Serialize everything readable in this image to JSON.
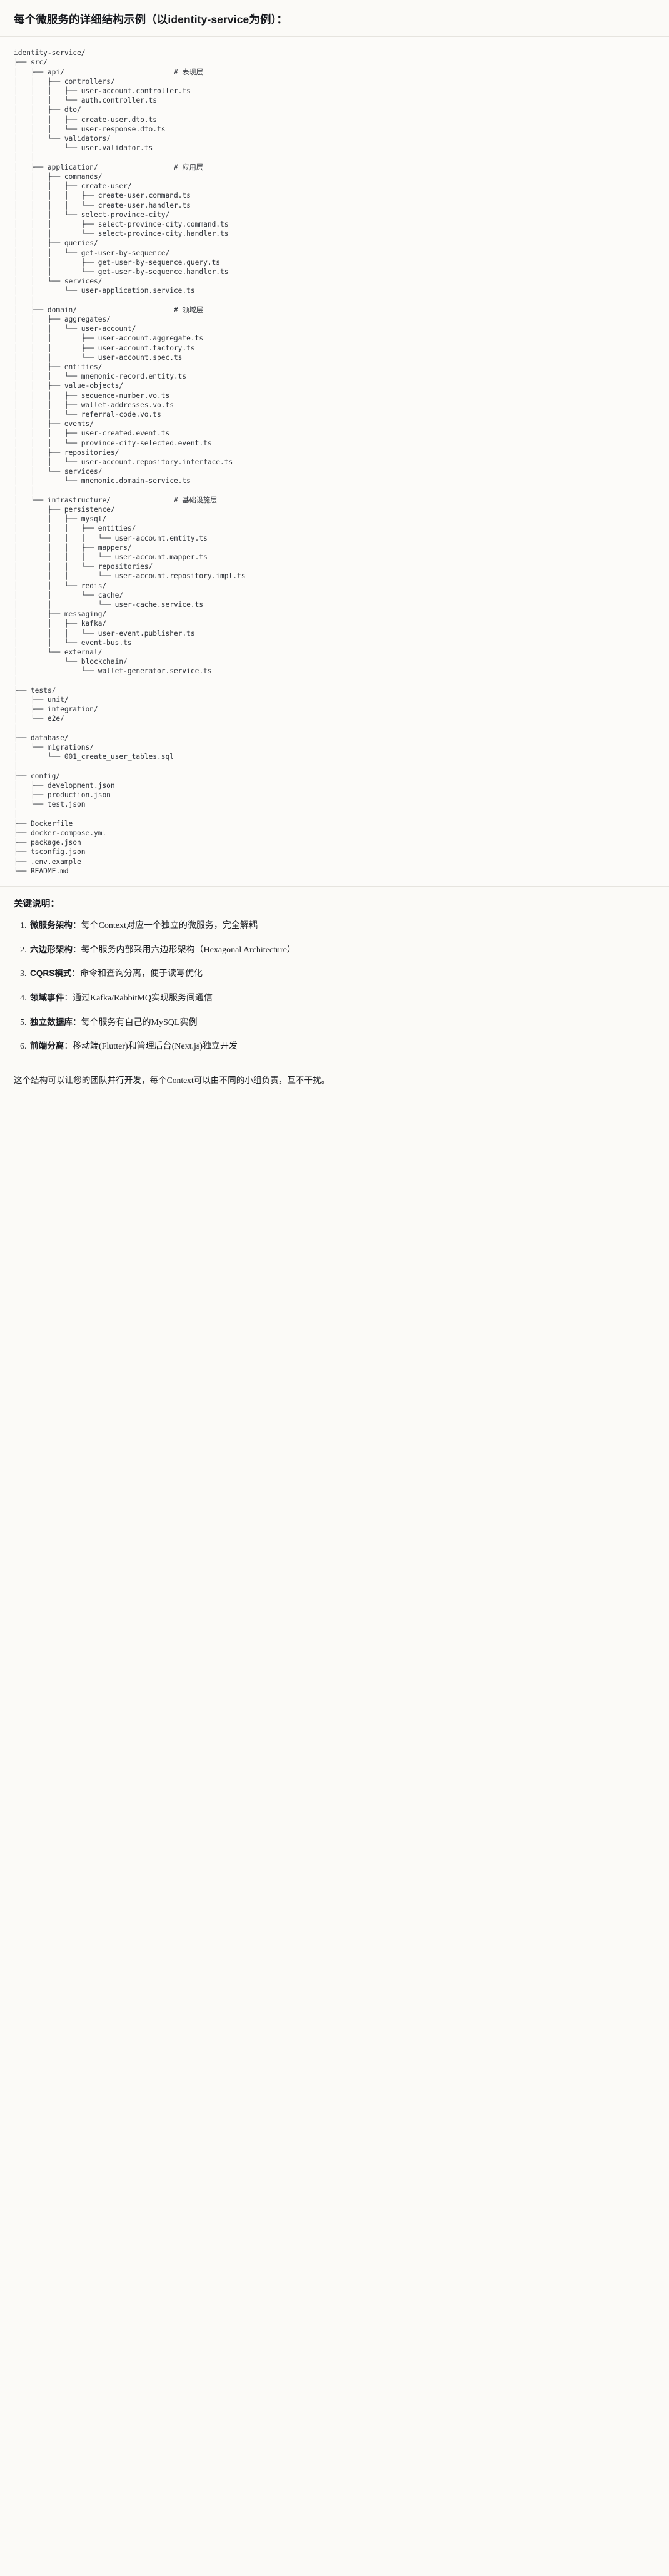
{
  "document": {
    "title": "每个微服务的详细结构示例（以identity-service为例）：",
    "tree_root": "identity-service/",
    "tree_text": "identity-service/\n├── src/\n│   ├── api/                          # 表现层\n│   │   ├── controllers/\n│   │   │   ├── user-account.controller.ts\n│   │   │   └── auth.controller.ts\n│   │   ├── dto/\n│   │   │   ├── create-user.dto.ts\n│   │   │   └── user-response.dto.ts\n│   │   └── validators/\n│   │       └── user.validator.ts\n│   │\n│   ├── application/                  # 应用层\n│   │   ├── commands/\n│   │   │   ├── create-user/\n│   │   │   │   ├── create-user.command.ts\n│   │   │   │   └── create-user.handler.ts\n│   │   │   └── select-province-city/\n│   │   │       ├── select-province-city.command.ts\n│   │   │       └── select-province-city.handler.ts\n│   │   ├── queries/\n│   │   │   └── get-user-by-sequence/\n│   │   │       ├── get-user-by-sequence.query.ts\n│   │   │       └── get-user-by-sequence.handler.ts\n│   │   └── services/\n│   │       └── user-application.service.ts\n│   │\n│   ├── domain/                       # 领域层\n│   │   ├── aggregates/\n│   │   │   └── user-account/\n│   │   │       ├── user-account.aggregate.ts\n│   │   │       ├── user-account.factory.ts\n│   │   │       └── user-account.spec.ts\n│   │   ├── entities/\n│   │   │   └── mnemonic-record.entity.ts\n│   │   ├── value-objects/\n│   │   │   ├── sequence-number.vo.ts\n│   │   │   ├── wallet-addresses.vo.ts\n│   │   │   └── referral-code.vo.ts\n│   │   ├── events/\n│   │   │   ├── user-created.event.ts\n│   │   │   └── province-city-selected.event.ts\n│   │   ├── repositories/\n│   │   │   └── user-account.repository.interface.ts\n│   │   └── services/\n│   │       └── mnemonic.domain-service.ts\n│   │\n│   └── infrastructure/               # 基础设施层\n│       ├── persistence/\n│       │   ├── mysql/\n│       │   │   ├── entities/\n│       │   │   │   └── user-account.entity.ts\n│       │   │   ├── mappers/\n│       │   │   │   └── user-account.mapper.ts\n│       │   │   └── repositories/\n│       │   │       └── user-account.repository.impl.ts\n│       │   └── redis/\n│       │       └── cache/\n│       │           └── user-cache.service.ts\n│       ├── messaging/\n│       │   ├── kafka/\n│       │   │   └── user-event.publisher.ts\n│       │   └── event-bus.ts\n│       └── external/\n│           └── blockchain/\n│               └── wallet-generator.service.ts\n│\n├── tests/\n│   ├── unit/\n│   ├── integration/\n│   └── e2e/\n│\n├── database/\n│   └── migrations/\n│       └── 001_create_user_tables.sql\n│\n├── config/\n│   ├── development.json\n│   ├── production.json\n│   └── test.json\n│\n├── Dockerfile\n├── docker-compose.yml\n├── package.json\n├── tsconfig.json\n├── .env.example\n└── README.md",
    "layer_comments": [
      "# 表现层",
      "# 应用层",
      "# 领域层",
      "# 基础设施层"
    ]
  },
  "notes": {
    "heading": "关键说明：",
    "items": [
      {
        "term": "微服务架构",
        "sep": "：",
        "desc": "每个Context对应一个独立的微服务，完全解耦"
      },
      {
        "term": "六边形架构",
        "sep": "：",
        "desc": "每个服务内部采用六边形架构（Hexagonal Architecture）"
      },
      {
        "term": "CQRS模式",
        "sep": "：",
        "desc": "命令和查询分离，便于读写优化"
      },
      {
        "term": "领域事件",
        "sep": "：",
        "desc": "通过Kafka/RabbitMQ实现服务间通信"
      },
      {
        "term": "独立数据库",
        "sep": "：",
        "desc": "每个服务有自己的MySQL实例"
      },
      {
        "term": "前端分离",
        "sep": "：",
        "desc": "移动端(Flutter)和管理后台(Next.js)独立开发"
      }
    ],
    "footer": "这个结构可以让您的团队并行开发，每个Context可以由不同的小组负责，互不干扰。"
  },
  "colors": {
    "page_bg": "#fbfaf7",
    "code_bg": "#fcfbf9",
    "text": "#1a1a1a",
    "code_text": "#2d3138",
    "divider": "#e6e4df"
  }
}
